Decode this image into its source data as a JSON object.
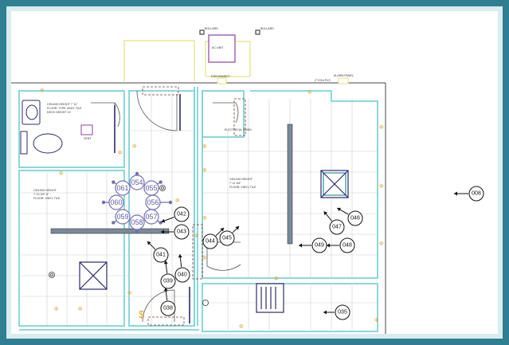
{
  "labels": {
    "bollard_left": "BOLLARD",
    "bollard_right": "BOLLARD",
    "ac_unit": "AC UNIT",
    "disconnect": "DISCONNECT",
    "alarm_panel": "ALARM PANEL",
    "conduit": "2\" EGA PVC",
    "vent": "VENT",
    "electrical_panel": "ELECTRICAL PANEL",
    "room_restroom": [
      "CEILING HEIGHT 7' 11\"",
      "FLOOR: TYPE VINYL TILE",
      "DECK HEIGHT 12'"
    ],
    "room_left": [
      "CEILING HEIGHT",
      "7' 10 3/4\" 6\"",
      "FLOOR: VINYL TILE"
    ],
    "room_center": [
      "CEILING HEIGHT",
      "7' 11 3/4\"",
      "FLOOR: VINYL TILE"
    ]
  },
  "cluster_tags": [
    "054",
    "055",
    "056",
    "057",
    "058",
    "059",
    "060",
    "061"
  ],
  "tags": [
    "008",
    "035",
    "038",
    "039",
    "040",
    "041",
    "042",
    "043",
    "044",
    "045",
    "046",
    "047",
    "048",
    "049"
  ],
  "colors": {
    "wall": "#7fd3d6",
    "wall_dark": "#444444",
    "grid": "#c9c9c9",
    "ac_outline": "#8e3fa0",
    "yellow": "#e6e07a",
    "fixture": "#2b2b6b",
    "bubble": "#6f6fb4",
    "outlet": "#d7a53a"
  }
}
